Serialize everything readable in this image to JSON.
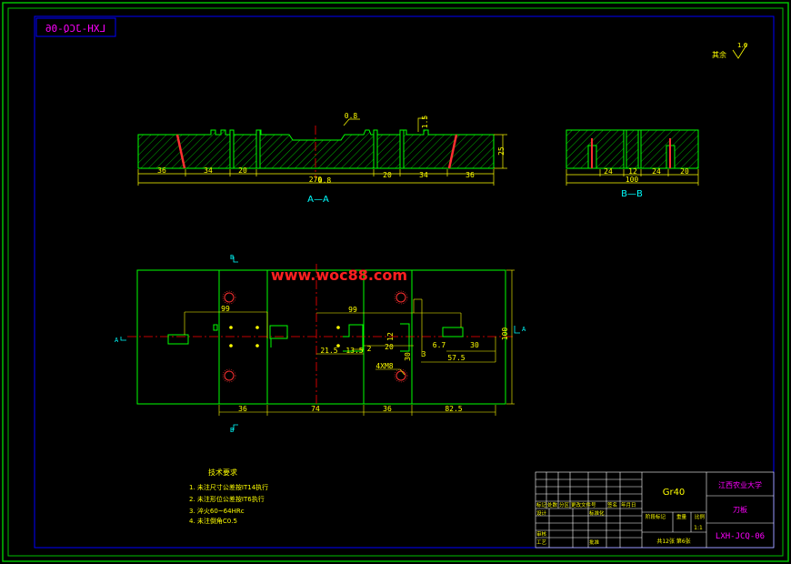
{
  "drawing_number_mirrored": "LXH-JCQ-06",
  "surface_finish": {
    "label": "其余",
    "value": "1.6"
  },
  "section_aa": {
    "caption": "A—A",
    "dims_bottom": [
      "36",
      "34",
      "20",
      "20",
      "34",
      "36"
    ],
    "overall_length": "270",
    "offset": "0.8",
    "notch_top": "0.8",
    "notch_top2": "1.5",
    "height": "25"
  },
  "section_bb": {
    "caption": "B—B",
    "dims_bottom": [
      "24",
      "12",
      "24",
      "20"
    ],
    "overall_length": "100"
  },
  "watermark": "www.woc88.com",
  "plan_view": {
    "dim_99_left": "99",
    "dim_99_right": "99",
    "dim_21_5": "21.5",
    "dim_13_5": "13.5",
    "dim_12": "12",
    "dim_2": "2",
    "dim_20": "20",
    "dim_6_7": "6.7",
    "dim_30": "30",
    "dim_30_b": "30",
    "dim_3": "3",
    "dim_57_5": "57.5",
    "dim_100": "100",
    "thread_note": "4XM8",
    "dims_bottom": [
      "36",
      "74",
      "36",
      "82.5"
    ],
    "marker_a": "A",
    "marker_b": "B"
  },
  "tech_requirements": {
    "title": "技术要求",
    "items": [
      "1. 未注尺寸公差按IT14执行",
      "2. 未注形位公差按IT6执行",
      "3. 淬火60~64HRc",
      "4. 未注倒角C0.5"
    ]
  },
  "title_block": {
    "material": "Gr40",
    "school": "江西农业大学",
    "part_name": "刀板",
    "drawing_no": "LXH-JCQ-06",
    "scale": "1:1",
    "sheet_info": "共12张 第6张",
    "labels": [
      "标记",
      "处数",
      "分区",
      "更改文件号",
      "签名",
      "年月日",
      "设计",
      "标准化",
      "审核",
      "工艺",
      "批准",
      "阶段标记",
      "重量",
      "比例"
    ]
  },
  "colors": {
    "frame": "#00c000",
    "inner_frame": "#0000ff",
    "part": "#00ff00",
    "dim": "#ffff00",
    "center": "#ff0000",
    "text_magenta": "#ff00ff",
    "watermark": "#ff2020"
  }
}
